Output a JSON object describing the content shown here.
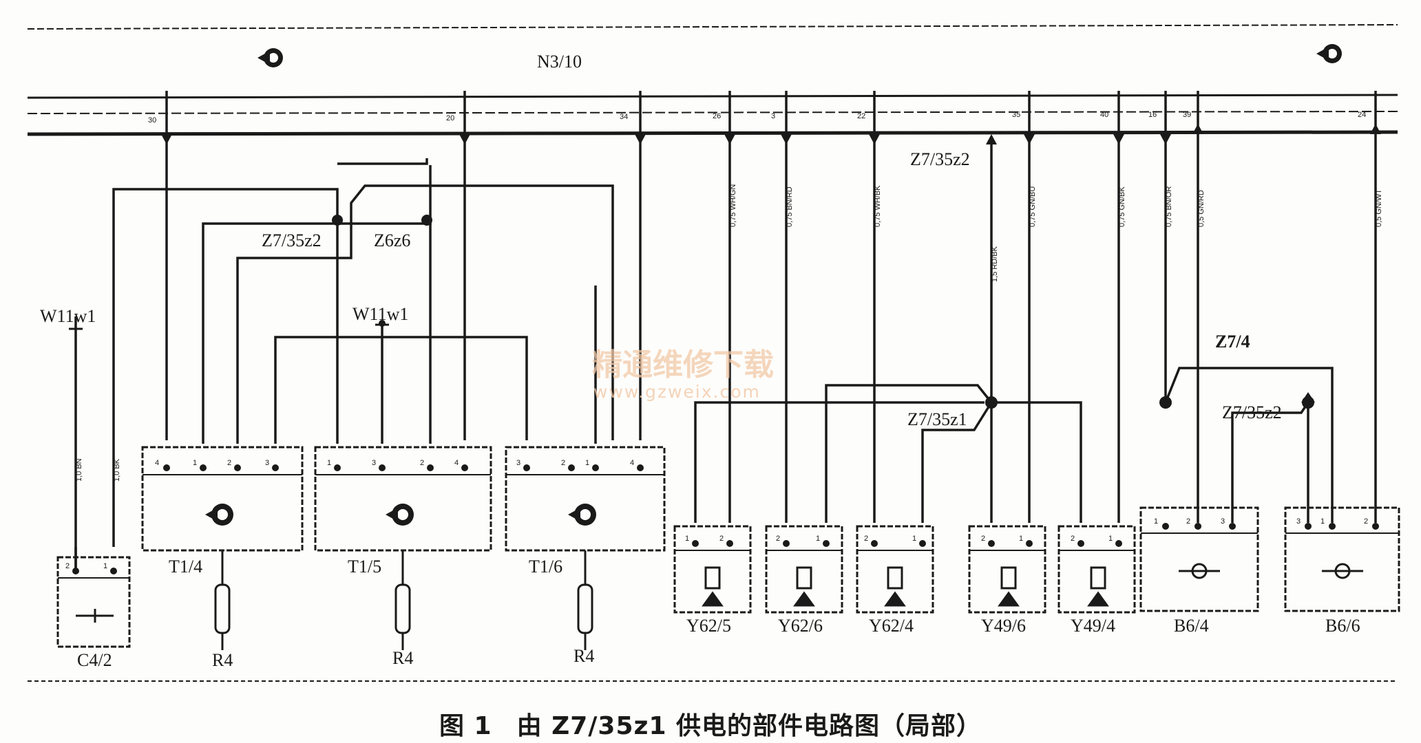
{
  "diagram": {
    "module": "N3/10",
    "splices": {
      "z2_top": "Z7/35z2",
      "z6": "Z6z6",
      "z1": "Z7/35z1",
      "z2_right": "Z7/35z2",
      "z7_4": "Z7/4",
      "z2_far": "Z7/35z2"
    },
    "shields": {
      "left": "W11w1",
      "mid": "W11w1"
    },
    "bus_pins": [
      "30",
      "20",
      "34",
      "26",
      "3",
      "22",
      "35",
      "40",
      "16",
      "39",
      "24"
    ],
    "wire_specs": [
      "1,0 BN",
      "1,0 BK",
      "0,75 WH/GN",
      "0,75 BN/RD",
      "0,75 WH/BK",
      "1,5 RD/BK",
      "0,75 GN/BU",
      "0,75 GN/BK",
      "0,75 BN/OR",
      "0,5 GN/RD",
      "0,5 GN/WT"
    ],
    "components": {
      "c4_2": "C4/2",
      "t1_4": "T1/4",
      "t1_5": "T1/5",
      "t1_6": "T1/6",
      "r4_a": "R4",
      "r4_b": "R4",
      "r4_c": "R4",
      "y62_5": "Y62/5",
      "y62_6": "Y62/6",
      "y62_4": "Y62/4",
      "y49_6": "Y49/6",
      "y49_4": "Y49/4",
      "b6_4": "B6/4",
      "b6_6": "B6/6"
    },
    "pins": {
      "c4": [
        "2",
        "1"
      ],
      "t1_4": [
        "4",
        "1",
        "2",
        "3"
      ],
      "t1_5": [
        "1",
        "3",
        "2",
        "4"
      ],
      "t1_6": [
        "3",
        "2",
        "1",
        "4"
      ],
      "y62_5": [
        "1",
        "2"
      ],
      "y62_6": [
        "2",
        "1"
      ],
      "y62_4": [
        "2",
        "1"
      ],
      "y49_6": [
        "2",
        "1"
      ],
      "y49_4": [
        "2",
        "1"
      ],
      "b6_4": [
        "1",
        "2",
        "3"
      ],
      "b6_6": [
        "3",
        "1",
        "2"
      ]
    }
  },
  "watermark": {
    "cn": "精通维修下载",
    "url": "www.gzweix.com"
  },
  "caption": {
    "fig": "图 1",
    "text": "由 Z7/35z1 供电的部件电路图（局部）"
  }
}
